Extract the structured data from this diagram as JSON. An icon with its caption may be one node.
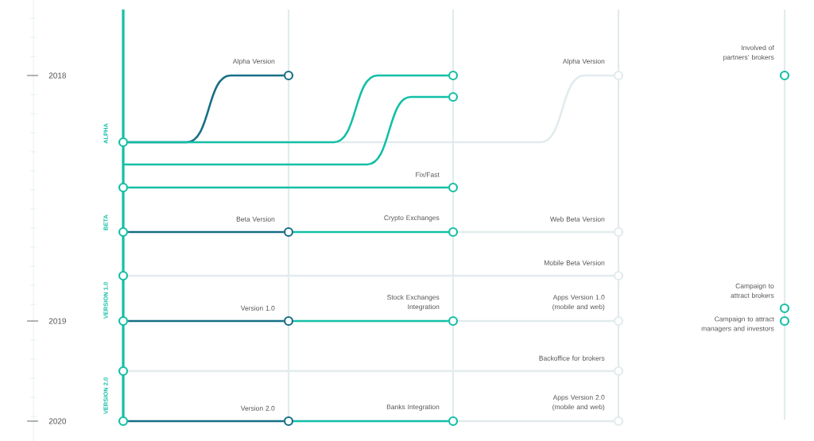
{
  "diagram": {
    "nodes": [
      {
        "text": [],
        "shape": "circle"
      },
      {
        "text": [],
        "shape": "circle"
      },
      {
        "text": [],
        "shape": "circle"
      },
      {
        "text": [],
        "shape": "circle"
      },
      {
        "text": [],
        "shape": "circle"
      },
      {
        "text": [],
        "shape": "circle"
      },
      {
        "text": [],
        "shape": "circle"
      },
      {
        "text": [],
        "shape": "circle",
        "beside": [
          "Alpha Version"
        ]
      },
      {
        "text": [],
        "shape": "circle",
        "beside": [
          "Beta Version"
        ]
      },
      {
        "text": [],
        "shape": "circle",
        "beside": [
          "Version 1.0"
        ]
      },
      {
        "text": [],
        "shape": "circle",
        "beside": [
          "Version 2.0"
        ]
      },
      {
        "text": [],
        "shape": "circle"
      },
      {
        "text": [],
        "shape": "circle"
      },
      {
        "text": [],
        "shape": "circle",
        "beside": [
          "Fix/Fast"
        ]
      },
      {
        "text": [],
        "shape": "circle",
        "beside": [
          "Crypto Exchanges"
        ]
      },
      {
        "text": [],
        "shape": "circle",
        "beside": [
          "Stock Exchanges Integration"
        ]
      },
      {
        "text": [],
        "shape": "circle",
        "beside": [
          "Banks Integration"
        ]
      },
      {
        "text": [],
        "shape": "circle",
        "beside": [
          "Alpha Version"
        ]
      },
      {
        "text": [],
        "shape": "circle",
        "beside": [
          "Web Beta Version"
        ]
      },
      {
        "text": [],
        "shape": "circle",
        "beside": [
          "Mobile Beta Version"
        ]
      },
      {
        "text": [],
        "shape": "circle",
        "beside": [
          "Apps Version 1.0 (mobile and web)"
        ]
      },
      {
        "text": [],
        "shape": "circle",
        "beside": [
          "Backoffice for brokers"
        ]
      },
      {
        "text": [],
        "shape": "circle",
        "beside": [
          "Apps Version 2.0 (mobile and web)"
        ]
      },
      {
        "text": [],
        "shape": "circle",
        "beside": [
          "Involved of partners’ brokers"
        ]
      },
      {
        "text": [],
        "shape": "circle",
        "beside": [
          "Campaign to attract brokers"
        ]
      },
      {
        "text": [],
        "shape": "circle",
        "beside": [
          "Campaign to attract managers and investors"
        ]
      }
    ],
    "edges": [
      {
        "from": 0,
        "to": 17,
        "arrow": "none",
        "color": "#e2ebed"
      },
      {
        "from": 0,
        "to": 7,
        "arrow": "none",
        "color": "#176f86"
      },
      {
        "from": 0,
        "to": 11,
        "arrow": "none",
        "color": "#13bfa6"
      },
      {
        "from": null,
        "to": 12,
        "arrow": "none",
        "color": "#13bfa6"
      },
      {
        "from": 1,
        "to": 13,
        "arrow": "none",
        "color": "#13bfa6"
      },
      {
        "from": 2,
        "to": 8,
        "arrow": "none",
        "color": "#176f86"
      },
      {
        "from": 8,
        "to": 14,
        "arrow": "none",
        "color": "#13bfa6"
      },
      {
        "from": 14,
        "to": 18,
        "arrow": "none",
        "color": "#e2ebed"
      },
      {
        "from": 3,
        "to": 19,
        "arrow": "none",
        "color": "#e2ebed"
      },
      {
        "from": 4,
        "to": 9,
        "arrow": "none",
        "color": "#176f86"
      },
      {
        "from": 9,
        "to": 15,
        "arrow": "none",
        "color": "#13bfa6"
      },
      {
        "from": 15,
        "to": 20,
        "arrow": "none",
        "color": "#e2ebed"
      },
      {
        "from": 5,
        "to": 21,
        "arrow": "none",
        "color": "#e2ebed"
      },
      {
        "from": 6,
        "to": 10,
        "arrow": "none",
        "color": "#176f86"
      },
      {
        "from": 10,
        "to": 16,
        "arrow": "none",
        "color": "#13bfa6"
      },
      {
        "from": 16,
        "to": 22,
        "arrow": "none",
        "color": "#e2ebed"
      }
    ],
    "labels": [
      "2018",
      "ALPHA",
      "BETA",
      "VERSION 1.0",
      "2019",
      "VERSION 2.0",
      "2020"
    ]
  }
}
